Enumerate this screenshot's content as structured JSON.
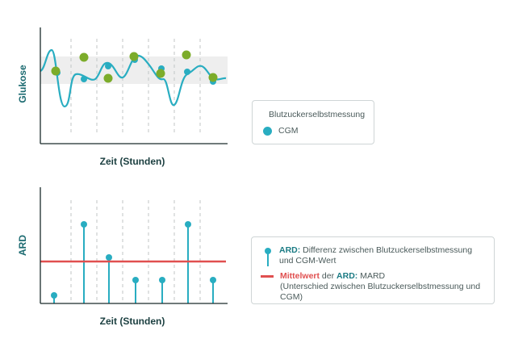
{
  "colors": {
    "cgm": "#29adc1",
    "smbg": "#7cac2a",
    "mard": "#e05050",
    "axis": "#1a2b2b",
    "grid": "#c0c6c6",
    "band": "#eeeeee",
    "label": "#1b6a70"
  },
  "top_chart": {
    "ylabel": "Glukose",
    "xlabel": "Zeit (Stunden)"
  },
  "bottom_chart": {
    "ylabel": "ARD",
    "xlabel": "Zeit (Stunden)"
  },
  "legend_top": {
    "smbg_label": "Blutzuckerselbstmessung",
    "cgm_label": "CGM"
  },
  "legend_bottom": {
    "ard_term": "ARD:",
    "ard_text_line1": " Differenz zwischen Blutzuckerselbstmessung",
    "ard_text_line2": "und CGM-Wert",
    "mean_term": "Mittelwert",
    "mean_mid": " der ",
    "mean_ard": "ARD:",
    "mean_mard": " MARD",
    "mean_sub": "(Unterschied zwischen Blutzuckerselbstmessung und CGM)"
  }
}
